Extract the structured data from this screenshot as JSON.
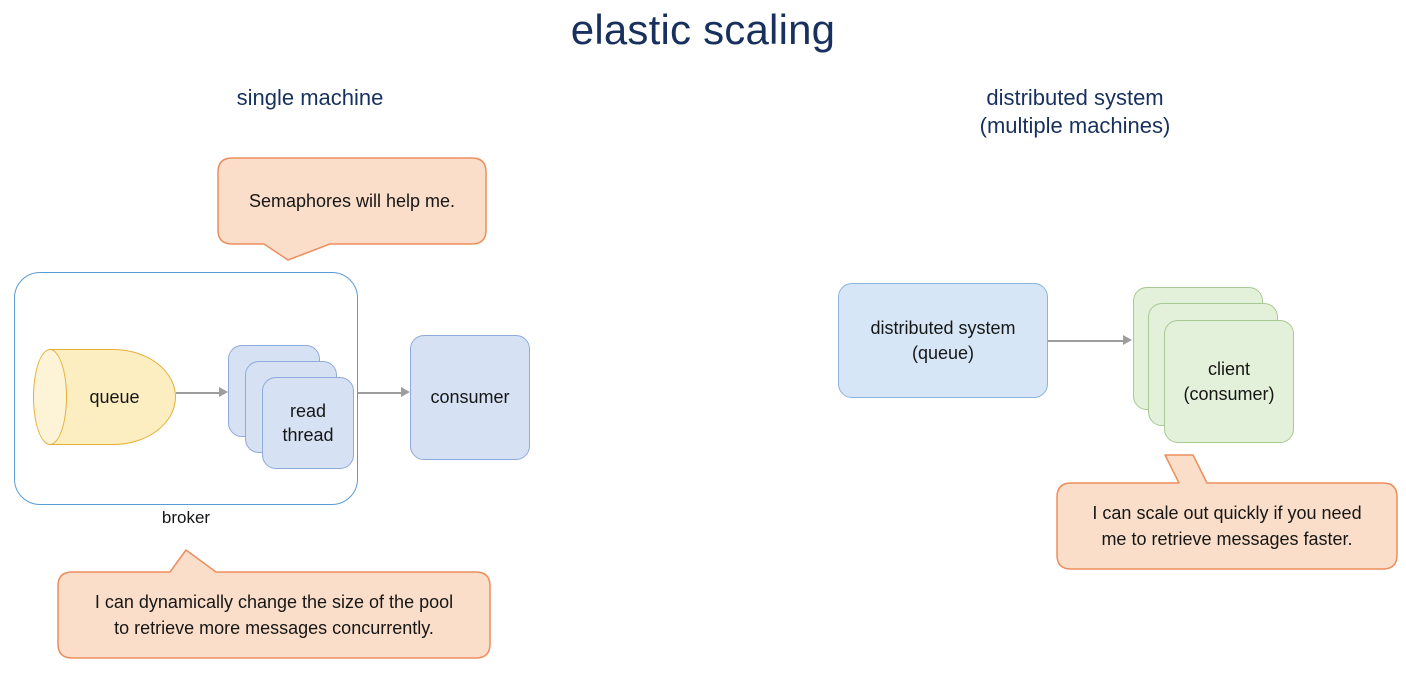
{
  "page": {
    "title": "elastic scaling",
    "background": "#ffffff",
    "title_color": "#18305e"
  },
  "sections": {
    "left": {
      "heading": "single machine",
      "container": {
        "label": "broker",
        "border_color": "#5b9bd5"
      },
      "queue": {
        "label": "queue",
        "fill": "#fdeec2",
        "border": "#e3b03c",
        "shape": "cylinder"
      },
      "read_threads": {
        "label": "read\nthread",
        "label_line1": "read",
        "label_line2": "thread",
        "count": 3,
        "fill": "#d6e1f3",
        "border": "#8faadc"
      },
      "consumer": {
        "label": "consumer",
        "fill": "#d6e1f3",
        "border": "#8faadc"
      },
      "bubbles": [
        {
          "id": "semaphores",
          "text": "Semaphores will help me.",
          "fill": "#fadec9",
          "border": "#ed8e5d",
          "tail": "down"
        },
        {
          "id": "pool",
          "text": "I can dynamically change the size of the pool to retrieve more messages concurrently.",
          "line1": "I can dynamically change the size of the pool",
          "line2": "to retrieve more messages concurrently.",
          "fill": "#fadec9",
          "border": "#ed8e5d",
          "tail": "up"
        }
      ]
    },
    "right": {
      "heading_line1": "distributed system",
      "heading_line2": "(multiple machines)",
      "queue": {
        "label_line1": "distributed system",
        "label_line2": "(queue)",
        "fill": "#d6e6f6",
        "border": "#8ab4dd"
      },
      "clients": {
        "label_line1": "client",
        "label_line2": "(consumer)",
        "count": 3,
        "fill": "#e3f0da",
        "border": "#a9c994"
      },
      "bubbles": [
        {
          "id": "scale-out",
          "text": "I can scale out quickly if you need me to retrieve messages faster.",
          "line1": "I can scale out quickly if you need",
          "line2": "me to retrieve messages faster.",
          "fill": "#fadec9",
          "border": "#ed8e5d",
          "tail": "up"
        }
      ]
    }
  },
  "arrows": {
    "color": "#9d9d9d",
    "connections": [
      "queue-to-read-thread",
      "read-thread-to-consumer",
      "distributed-system-to-client"
    ]
  }
}
